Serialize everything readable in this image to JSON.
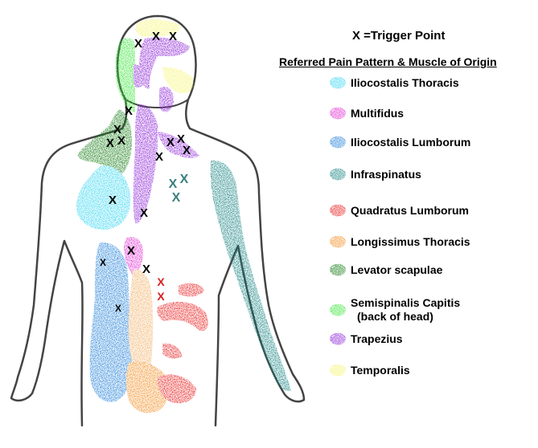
{
  "legend": {
    "title": "X =Trigger Point",
    "heading": "Referred Pain Pattern & Muscle of Origin",
    "items": [
      {
        "label": "Iliocostalis Thoracis",
        "color": "#33d6f0"
      },
      {
        "label": "Multifidus",
        "color": "#e02ad0"
      },
      {
        "label": "Iliocostalis Lumborum",
        "color": "#1f7fd8"
      },
      {
        "label": "Infraspinatus",
        "color": "#148080"
      },
      {
        "label": "Quadratus Lumborum",
        "color": "#e81a1a"
      },
      {
        "label": "Longissimus Thoracis",
        "color": "#f28c1e"
      },
      {
        "label": "Levator scapulae",
        "color": "#127a12"
      },
      {
        "label": "Semispinalis Capitis",
        "sublabel": "(back of head)",
        "color": "#33e633"
      },
      {
        "label": "Trapezius",
        "color": "#8a1fd6"
      },
      {
        "label": "Temporalis",
        "color": "#f5f56a"
      }
    ]
  },
  "trigger_marker": "X",
  "colors": {
    "outline": "#444444",
    "trigger_black": "#000000",
    "trigger_red": "#d42020",
    "trigger_teal": "#3a7f7f"
  }
}
